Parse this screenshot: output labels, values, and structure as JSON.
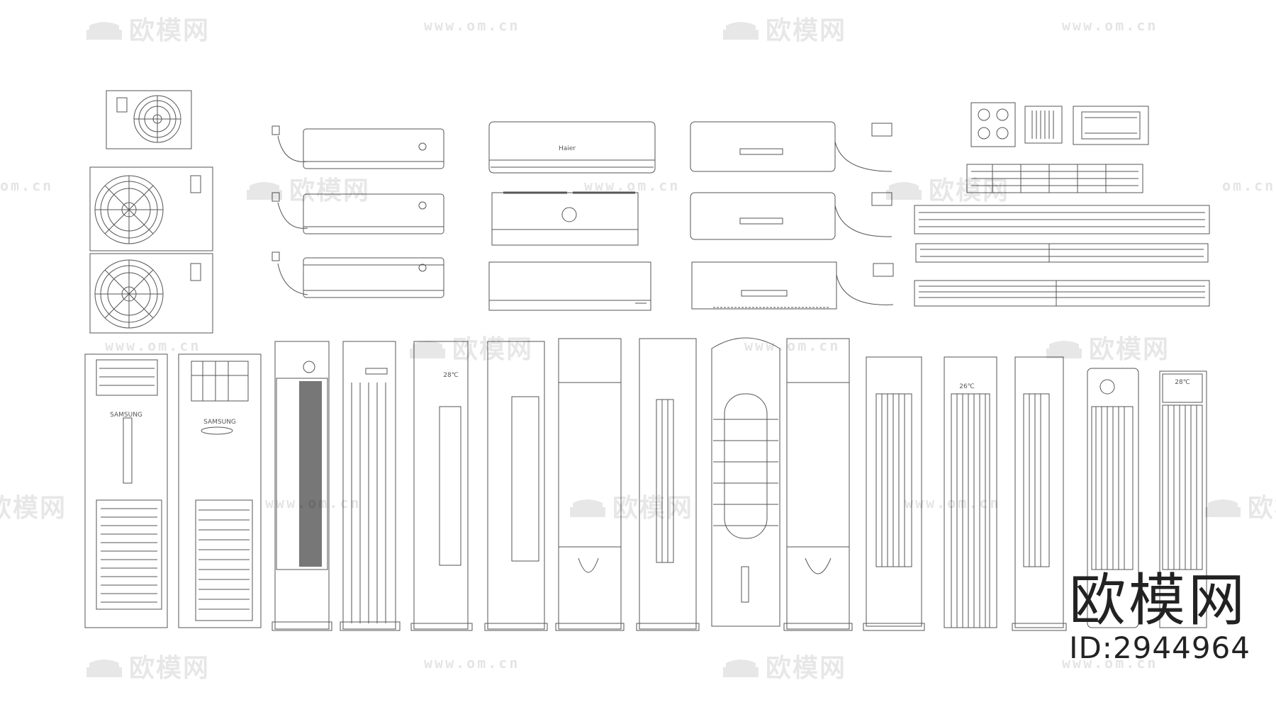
{
  "sheet": {
    "description_label": "",
    "colors": {
      "line": "#555555",
      "paper": "#ffffff",
      "stamp_text": "#222222"
    }
  },
  "watermark": {
    "brand": "欧模网",
    "url": "www.om.cn",
    "url_fragment": "om.cn"
  },
  "stamp": {
    "logo_text": "欧模网",
    "id_text": "ID:2944964"
  },
  "unit_labels": {
    "split_brand": "Haier",
    "standing_brand_a": "SAMSUNG",
    "standing_brand_b": "SAMSUNG",
    "temp_a": "28℃",
    "temp_b": "26℃",
    "temp_c": "28℃"
  },
  "icons": [
    "sofa-logo-icon"
  ]
}
